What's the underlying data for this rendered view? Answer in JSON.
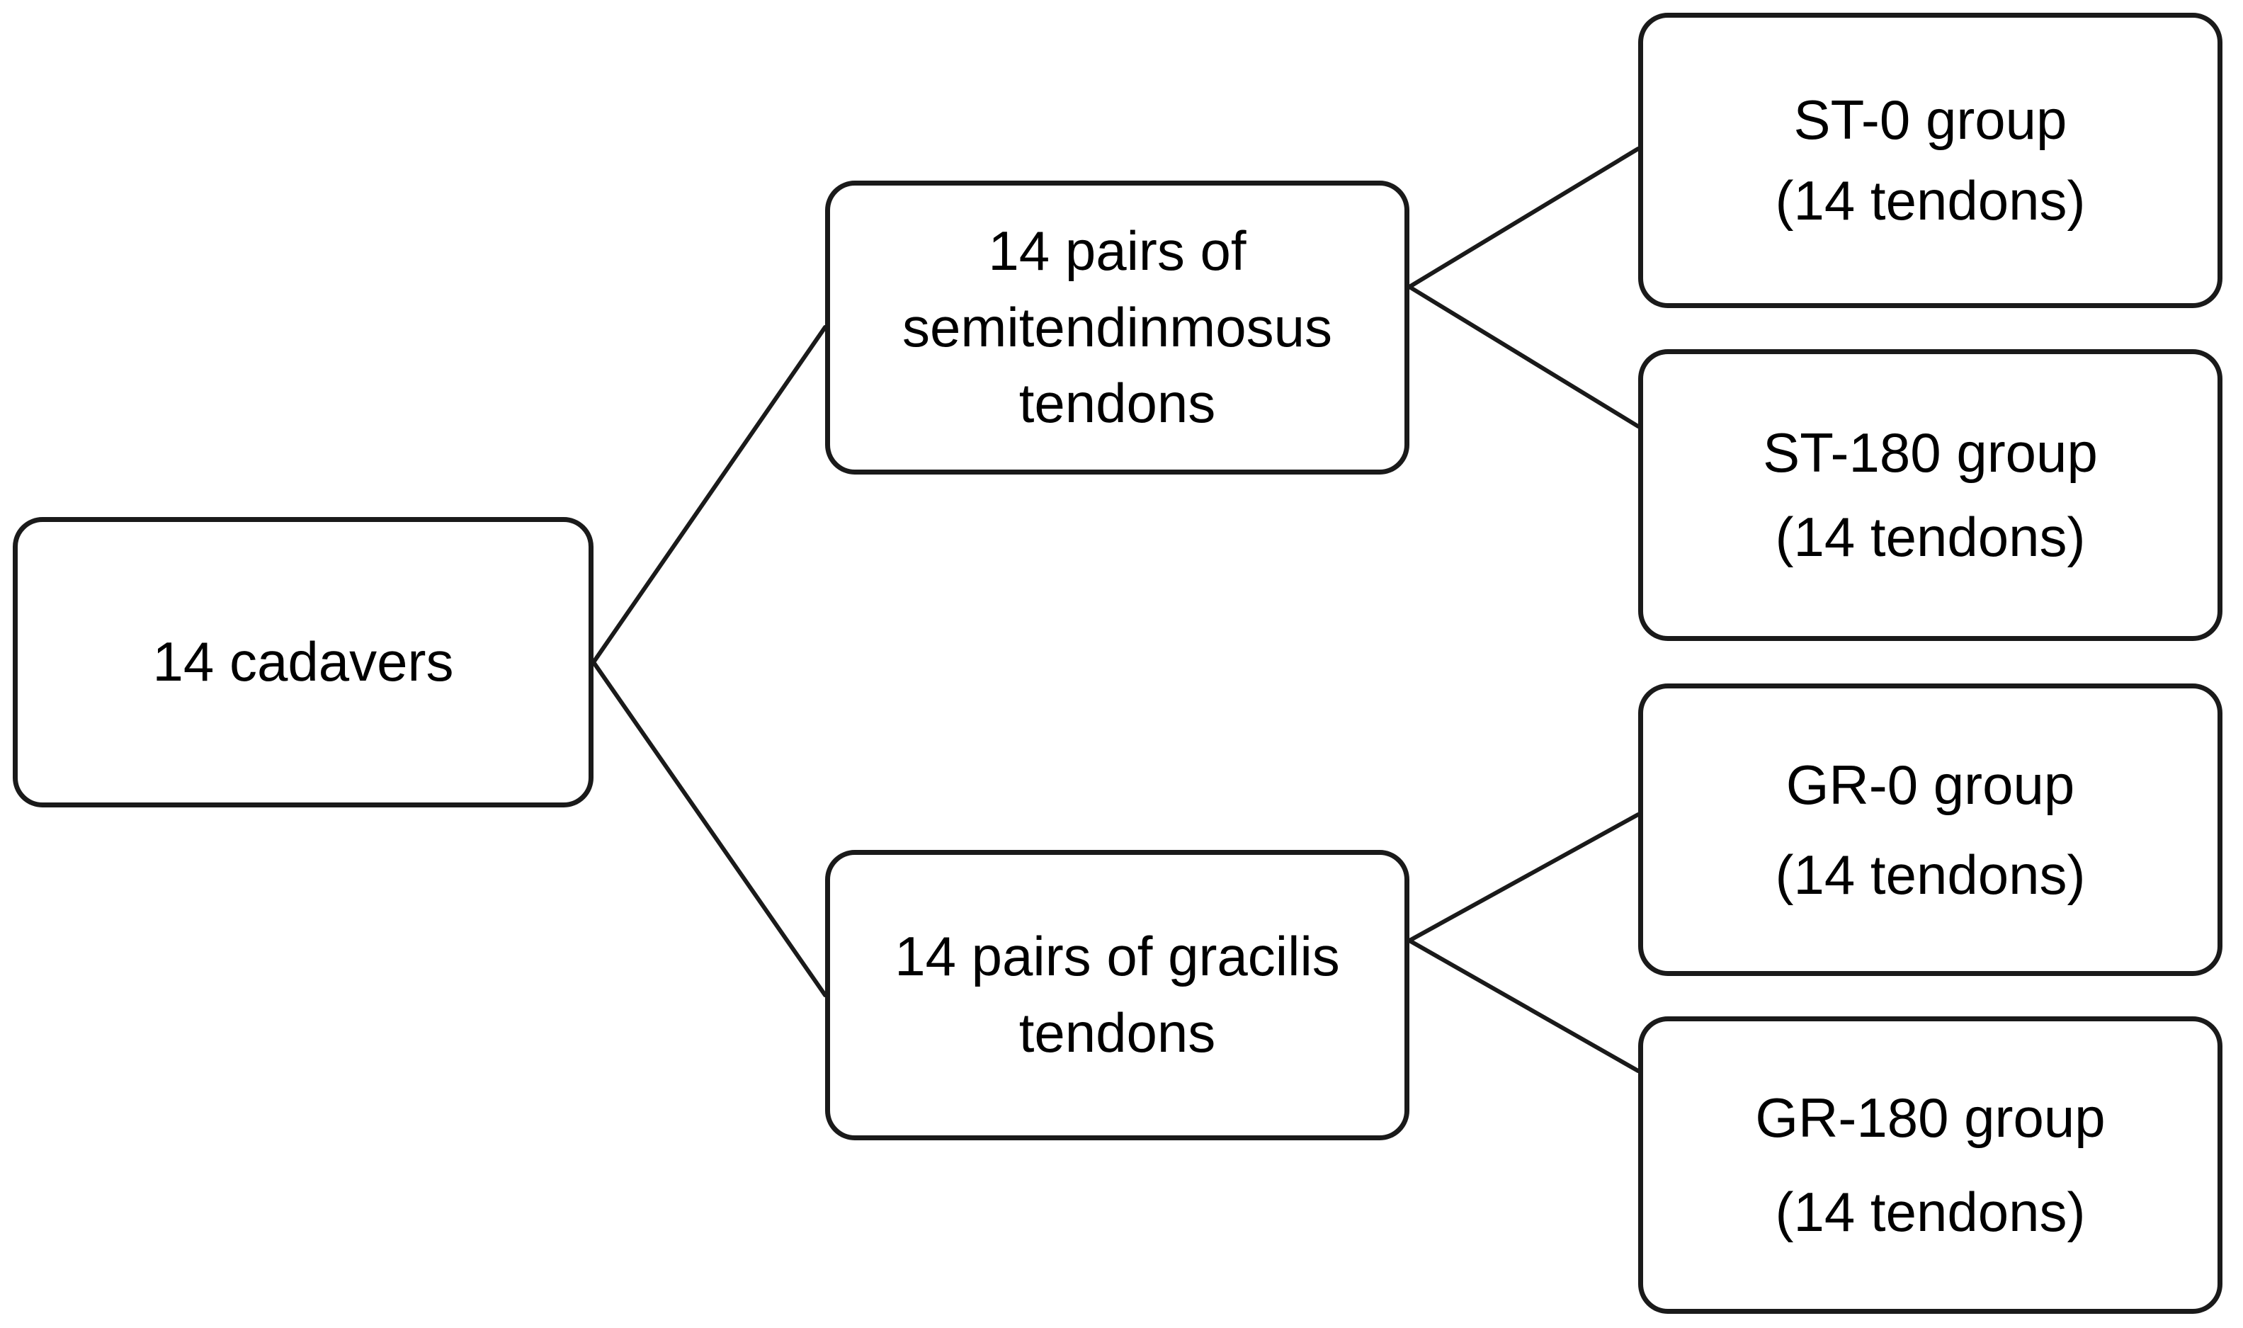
{
  "diagram": {
    "type": "flowchart",
    "orientation": "left-to-right",
    "background_color": "#ffffff",
    "stroke_color": "#1a1a1a",
    "text_color": "#000000",
    "nodes": [
      {
        "id": "cadavers",
        "label": "14 cadavers",
        "level": 0
      },
      {
        "id": "st_tendons",
        "label": "14 pairs of\nsemitendinmosus\ntendons",
        "level": 1
      },
      {
        "id": "gr_tendons",
        "label": "14 pairs of gracilis\ntendons",
        "level": 1
      },
      {
        "id": "st_0",
        "label": "ST-0 group\n(14 tendons)",
        "level": 2
      },
      {
        "id": "st_180",
        "label": "ST-180 group\n(14 tendons)",
        "level": 2
      },
      {
        "id": "gr_0",
        "label": "GR-0 group\n(14 tendons)",
        "level": 2
      },
      {
        "id": "gr_180",
        "label": "GR-180 group\n(14 tendons)",
        "level": 2
      }
    ],
    "edges": [
      {
        "from": "cadavers",
        "to": "st_tendons"
      },
      {
        "from": "cadavers",
        "to": "gr_tendons"
      },
      {
        "from": "st_tendons",
        "to": "st_0"
      },
      {
        "from": "st_tendons",
        "to": "st_180"
      },
      {
        "from": "gr_tendons",
        "to": "gr_0"
      },
      {
        "from": "gr_tendons",
        "to": "gr_180"
      }
    ]
  }
}
